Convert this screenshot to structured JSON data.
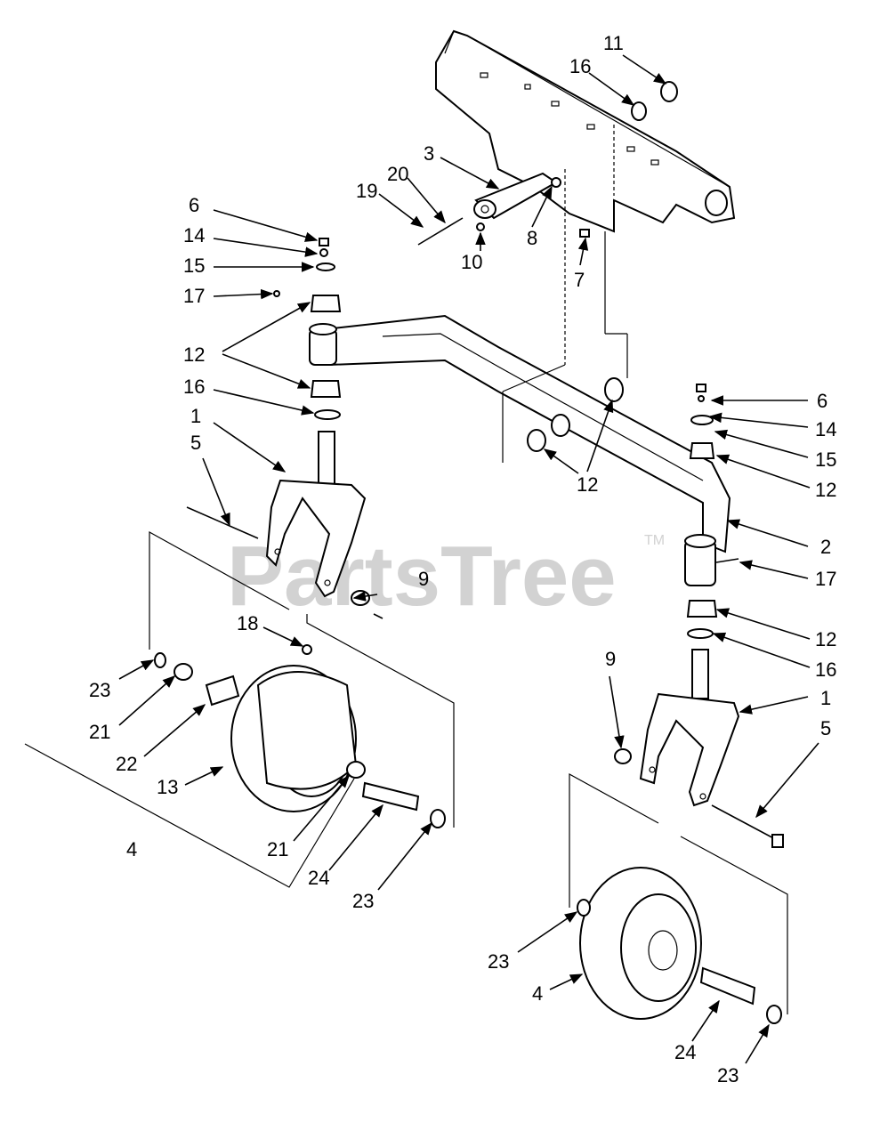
{
  "watermark": {
    "text": "PartsTree",
    "trademark": "TM"
  },
  "callouts": [
    {
      "id": "c11a",
      "text": "11"
    },
    {
      "id": "c16a",
      "text": "16"
    },
    {
      "id": "c3",
      "text": "3"
    },
    {
      "id": "c20",
      "text": "20"
    },
    {
      "id": "c19",
      "text": "19"
    },
    {
      "id": "c8",
      "text": "8"
    },
    {
      "id": "c10",
      "text": "10"
    },
    {
      "id": "c7",
      "text": "7"
    },
    {
      "id": "c6a",
      "text": "6"
    },
    {
      "id": "c14a",
      "text": "14"
    },
    {
      "id": "c15a",
      "text": "15"
    },
    {
      "id": "c17a",
      "text": "17"
    },
    {
      "id": "c12a",
      "text": "12"
    },
    {
      "id": "c16b",
      "text": "16"
    },
    {
      "id": "c1a",
      "text": "1"
    },
    {
      "id": "c5a",
      "text": "5"
    },
    {
      "id": "c12b",
      "text": "12"
    },
    {
      "id": "c6b",
      "text": "6"
    },
    {
      "id": "c14b",
      "text": "14"
    },
    {
      "id": "c15b",
      "text": "15"
    },
    {
      "id": "c12c",
      "text": "12"
    },
    {
      "id": "c2",
      "text": "2"
    },
    {
      "id": "c17b",
      "text": "17"
    },
    {
      "id": "c12d",
      "text": "12"
    },
    {
      "id": "c16c",
      "text": "16"
    },
    {
      "id": "c9a",
      "text": "9"
    },
    {
      "id": "c18",
      "text": "18"
    },
    {
      "id": "c23a",
      "text": "23"
    },
    {
      "id": "c21a",
      "text": "21"
    },
    {
      "id": "c22",
      "text": "22"
    },
    {
      "id": "c13",
      "text": "13"
    },
    {
      "id": "c4a",
      "text": "4"
    },
    {
      "id": "c21b",
      "text": "21"
    },
    {
      "id": "c24a",
      "text": "24"
    },
    {
      "id": "c23b",
      "text": "23"
    },
    {
      "id": "c9b",
      "text": "9"
    },
    {
      "id": "c1b",
      "text": "1"
    },
    {
      "id": "c5b",
      "text": "5"
    },
    {
      "id": "c23c",
      "text": "23"
    },
    {
      "id": "c4b",
      "text": "4"
    },
    {
      "id": "c24b",
      "text": "24"
    },
    {
      "id": "c23d",
      "text": "23"
    }
  ]
}
